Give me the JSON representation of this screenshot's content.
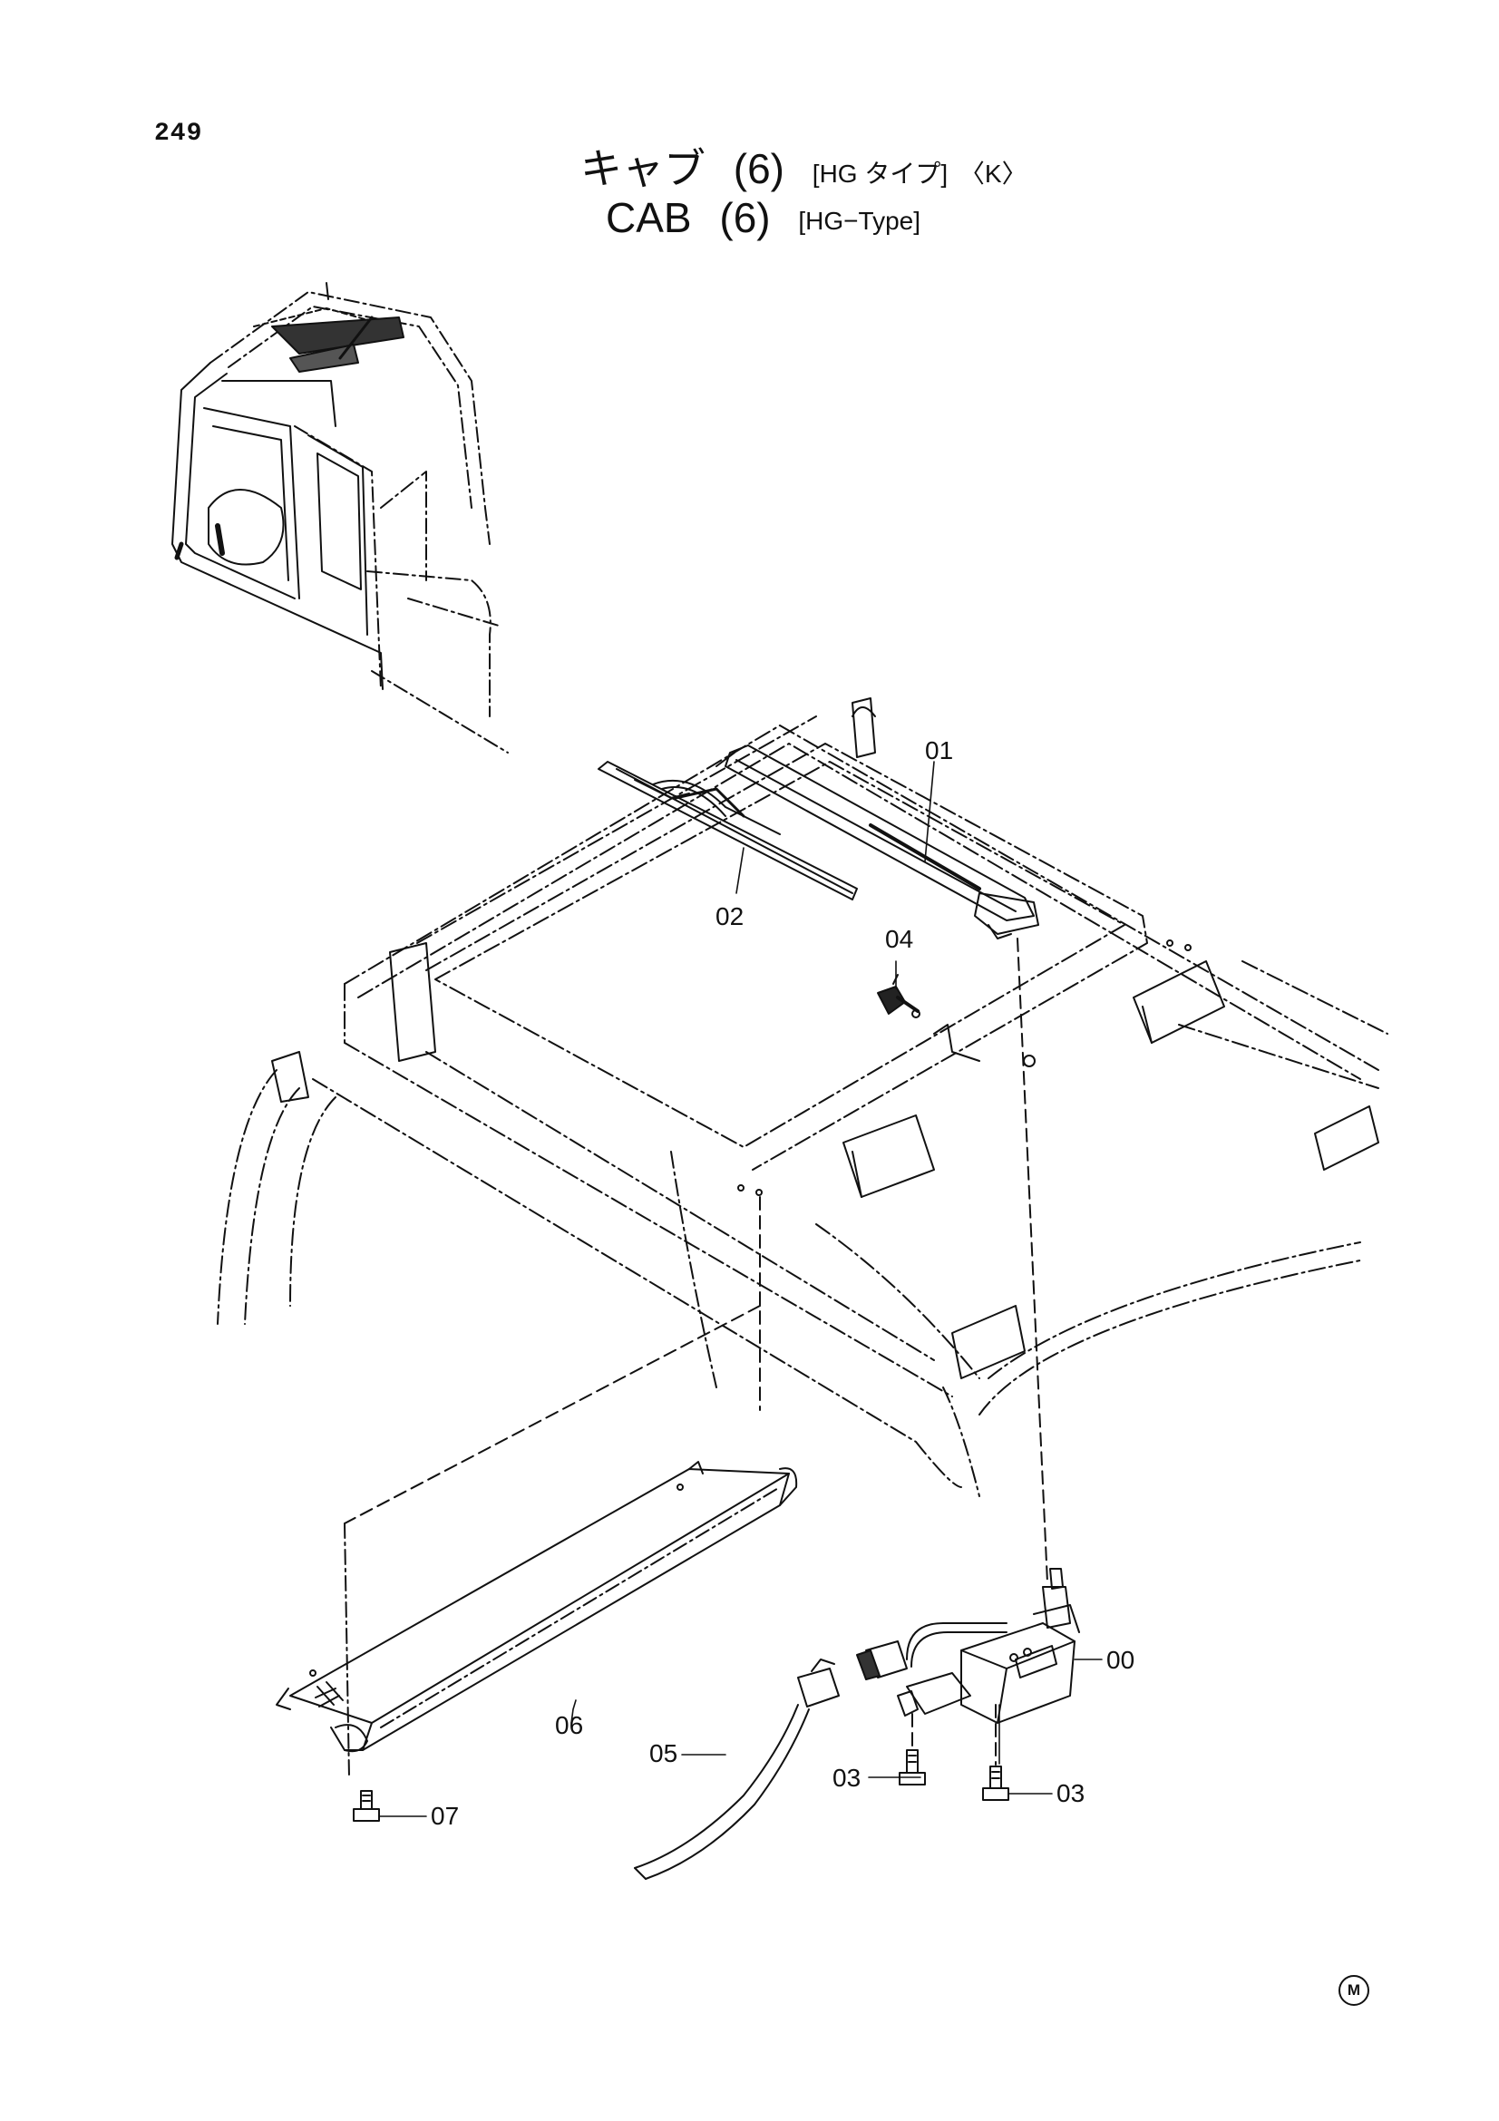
{
  "page_number": "249",
  "title": {
    "jp_main": "キャブ",
    "jp_num": "(6)",
    "jp_type": "[HG タイプ]",
    "jp_variant": "〈K〉",
    "en_main": "CAB",
    "en_num": "(6)",
    "en_type": "[HG−Type]"
  },
  "callouts": {
    "c00": "00",
    "c01": "01",
    "c02": "02",
    "c03a": "03",
    "c03b": "03",
    "c04": "04",
    "c05": "05",
    "c06": "06",
    "c07": "07"
  },
  "maker_mark": "M",
  "colors": {
    "line": "#111111",
    "paper": "#ffffff"
  }
}
